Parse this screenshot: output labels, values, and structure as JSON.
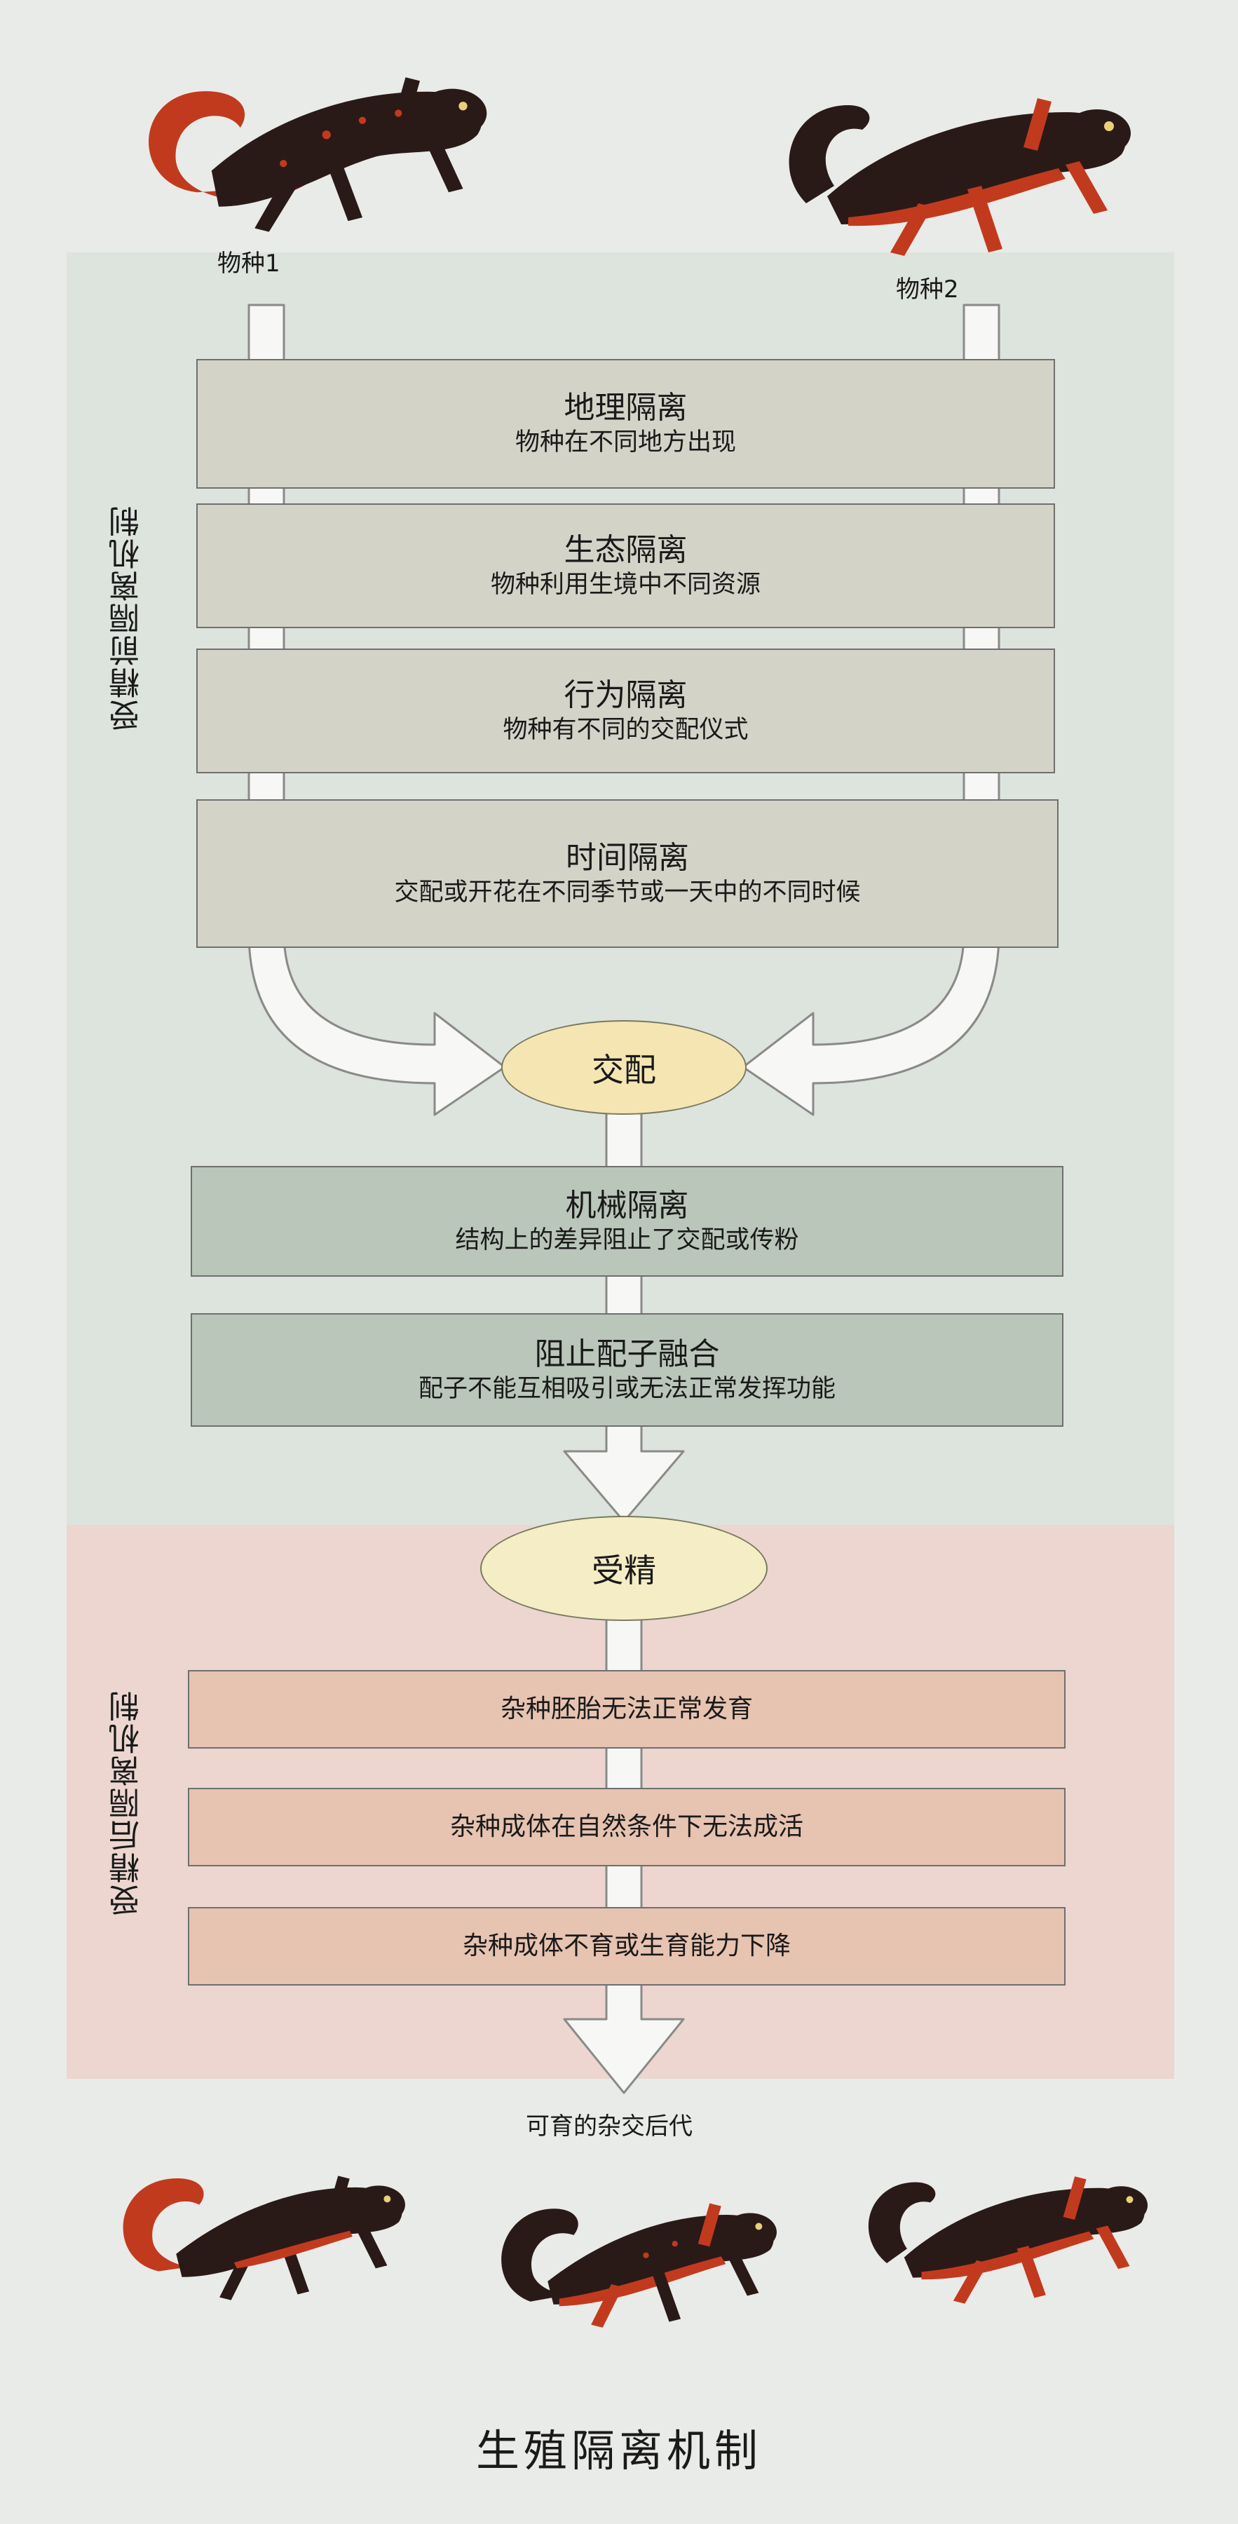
{
  "labels": {
    "species1": "物种1",
    "species2": "物种2",
    "pre_zygotic": "受精前隔离机制",
    "post_zygotic": "受精后隔离机制",
    "mating": "交配",
    "fertilization": "受精",
    "offspring": "可育的杂交后代",
    "caption": "生殖隔离机制"
  },
  "pre_barriers": [
    {
      "title": "地理隔离",
      "desc": "物种在不同地方出现"
    },
    {
      "title": "生态隔离",
      "desc": "物种利用生境中不同资源"
    },
    {
      "title": "行为隔离",
      "desc": "物种有不同的交配仪式"
    },
    {
      "title": "时间隔离",
      "desc": "交配或开花在不同季节或一天中的不同时候"
    }
  ],
  "mechanical_barriers": [
    {
      "title": "机械隔离",
      "desc": "结构上的差异阻止了交配或传粉"
    },
    {
      "title": "阻止配子融合",
      "desc": "配子不能互相吸引或无法正常发挥功能"
    }
  ],
  "post_barriers": [
    {
      "desc": "杂种胚胎无法正常发育"
    },
    {
      "desc": "杂种成体在自然条件下无法成活"
    },
    {
      "desc": "杂种成体不育或生育能力下降"
    }
  ],
  "colors": {
    "pre_panel": "#dde3dd",
    "post_panel": "#ecd6cf",
    "pre_box": "#d4d3c8",
    "mech_box": "#b9c6b9",
    "post_box": "#e7c3b1",
    "mate_oval": "#f5e5b3",
    "salamander_body": "#2a1a17",
    "salamander_red": "#c23a1e"
  }
}
